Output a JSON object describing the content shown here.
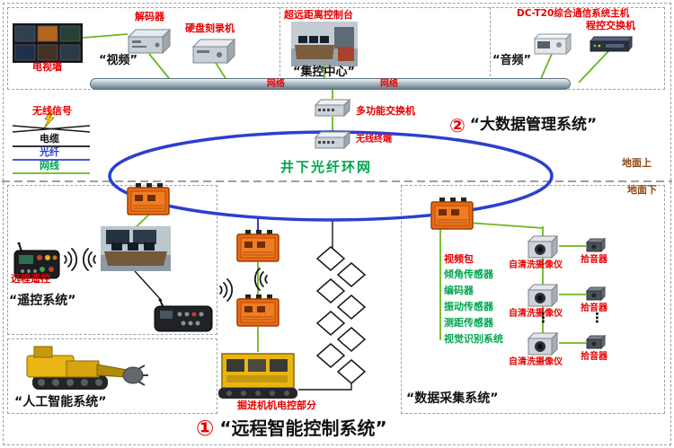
{
  "top": {
    "video": {
      "tv_wall": "电视墙",
      "decoder": "解码器",
      "recorder": "硬盘刻录机",
      "title": "“视频”"
    },
    "center": {
      "console": "超远距离控制台",
      "title": "“集控中心”"
    },
    "audio": {
      "host": "DC-T20综合通信系统主机",
      "pbx": "程控交换机",
      "title": "“音频”"
    },
    "bus": {
      "left": "网络",
      "right": "网络"
    }
  },
  "legend": {
    "wireless": "无线信号",
    "cable": "电缆",
    "fiber": "光纤",
    "lan": "网线"
  },
  "core": {
    "mf_switch": "多功能交换机",
    "terminal": "无线终端",
    "bigdata_num": "②",
    "bigdata_title": "“大数据管理系统”",
    "ring": "井下光纤环网",
    "ground_above": "地面上",
    "ground_below": "地面下"
  },
  "remote": {
    "tag": "远程遥控",
    "title": "“遥控系统”"
  },
  "ai": {
    "title": "“人工智能系统”"
  },
  "machine": {
    "tag": "掘进机机电控部分"
  },
  "daq": {
    "title": "“数据采集系统”",
    "video_pack": "视频包",
    "sensors": [
      "倾角传感器",
      "编码器",
      "振动传感器",
      "测距传感器",
      "视觉识别系统"
    ],
    "camera_label": "自清洗摄像仪",
    "pickup_label": "拾音器",
    "ellipsis": "⋮"
  },
  "footer": {
    "num": "①",
    "title": "“远程智能控制系统”"
  }
}
